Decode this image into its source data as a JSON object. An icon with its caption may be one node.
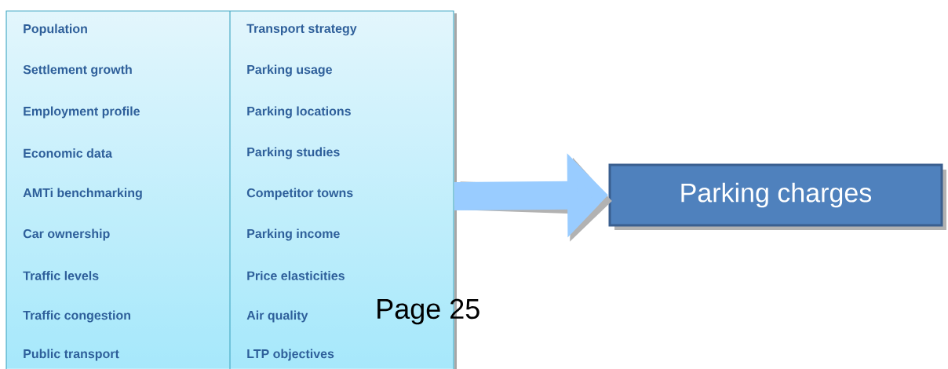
{
  "diagram": {
    "nodes": [
      {
        "text": [
          "Population",
          "Transport strategy",
          "Settlement growth",
          "Parking usage",
          "Employment profile",
          "Parking locations",
          "Economic data",
          "Parking studies",
          "AMTi benchmarking",
          "Competitor towns",
          "Car ownership",
          "Parking income",
          "Traffic levels",
          "Price elasticities",
          "Traffic congestion",
          "Air quality",
          "Public transport",
          "LTP objectives"
        ]
      },
      {
        "text": [
          "Parking charges"
        ]
      }
    ],
    "edges": [
      {
        "from": 0,
        "to": 1,
        "arrow": "to"
      }
    ],
    "labels": [
      "Page 25"
    ]
  }
}
